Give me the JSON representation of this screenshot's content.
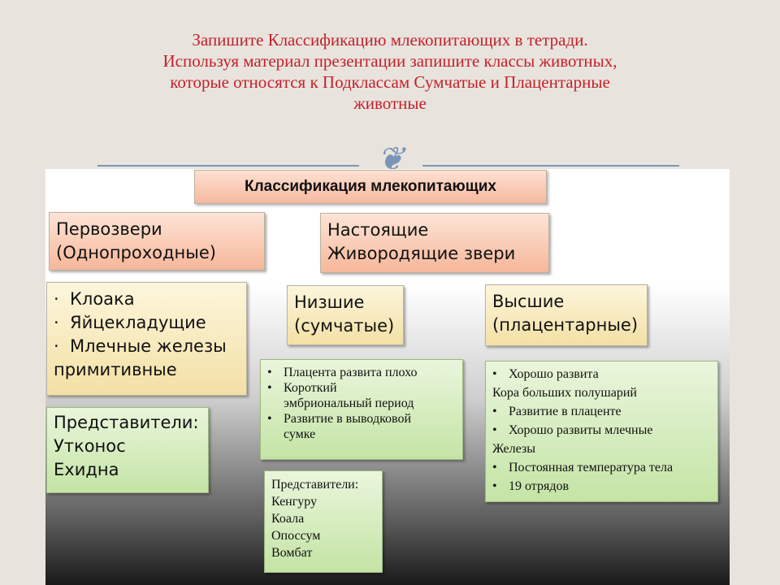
{
  "header": {
    "lines": [
      "Запишите Классификацию млекопитающих в тетради.",
      "Используя материал презентации запишите классы животных,",
      "которые относятся к Подклассам Сумчатые и Плацентарные",
      "животные"
    ]
  },
  "icons": {
    "ornament": "ornament-icon"
  },
  "colors": {
    "header": "#c4202b",
    "rule": "#7a95b8"
  },
  "diagram": {
    "title": "Классификация млекопитающих",
    "pervozveri": {
      "lines": [
        "Первозвери",
        "(Однопроходные)"
      ],
      "features": [
        "Клоака",
        "Яйцекладущие",
        "Млечные железы"
      ],
      "features_tail": "примитивные",
      "representatives": [
        "Представители:",
        "Утконос",
        "Ехидна"
      ]
    },
    "nastoyashchie": {
      "lines": [
        "Настоящие",
        "Живородящие звери"
      ]
    },
    "nizshie": {
      "lines": [
        "Низшие",
        "(сумчатые)"
      ],
      "features": [
        "Плацента развита плохо",
        "Короткий",
        "эмбриональный период",
        "Развитие в выводковой",
        "сумке"
      ],
      "representatives": [
        "Представители:",
        "Кенгуру",
        "Коала",
        "Опоссум",
        "Вомбат"
      ]
    },
    "vysshie": {
      "lines": [
        "Высшие",
        "(плацентарные)"
      ],
      "features": [
        "Хорошо развита",
        "Кора больших полушарий",
        "Развитие в плаценте",
        "Хорошо развиты млечные",
        "Железы",
        "Постоянная температура тела",
        "19 отрядов"
      ]
    }
  }
}
